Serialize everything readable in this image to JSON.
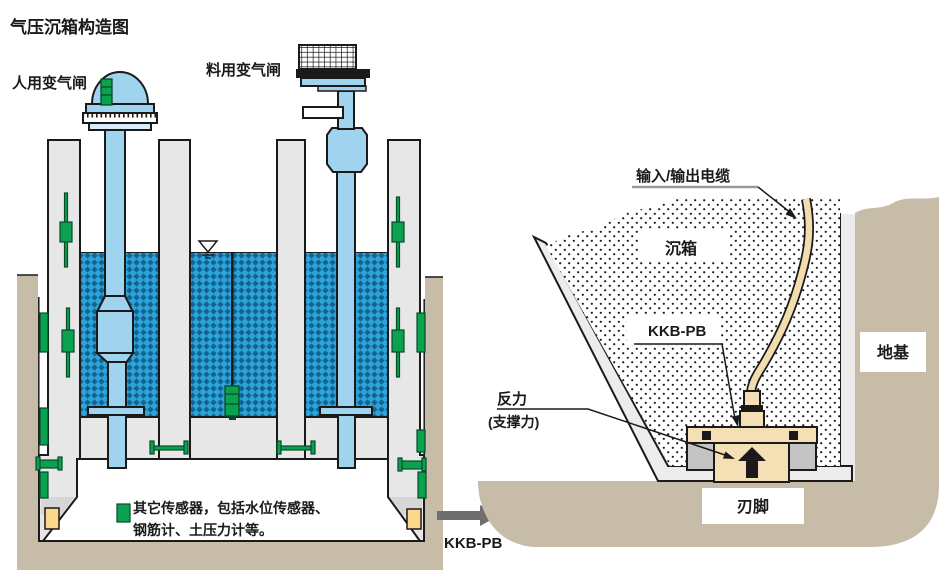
{
  "title": "气压沉箱构造图",
  "left_diagram": {
    "label_personnel_airlock": "人用变气闸",
    "label_material_airlock": "料用变气闸",
    "legend": {
      "line1": "其它传感器，包括水位传感器、",
      "line2": "钢筋计、土压力计等。"
    },
    "arrow_caption": "KKB-PB"
  },
  "right_diagram": {
    "label_io_cable": "输入/输出电缆",
    "label_caisson": "沉箱",
    "label_sensor": "KKB-PB",
    "label_reaction_line1": "反力",
    "label_reaction_line2": "(支撑力)",
    "label_foundation": "地基",
    "label_cutting_edge": "刃脚"
  },
  "colors": {
    "water_base": "#2aa4d9",
    "water_pattern": "#15618f",
    "wall_gray": "#e7e7e7",
    "ground_tan": "#c6bca7",
    "shaft_blue": "#9fd3ee",
    "sensor_green": "#0ba24f",
    "sensor_cream": "#f5dfb4",
    "cable_tan": "#f3dcae",
    "cutting_sensor_yellow": "#fcd88a",
    "arrow_gray": "#6e6e6e",
    "line_black": "#1a1a1a"
  }
}
